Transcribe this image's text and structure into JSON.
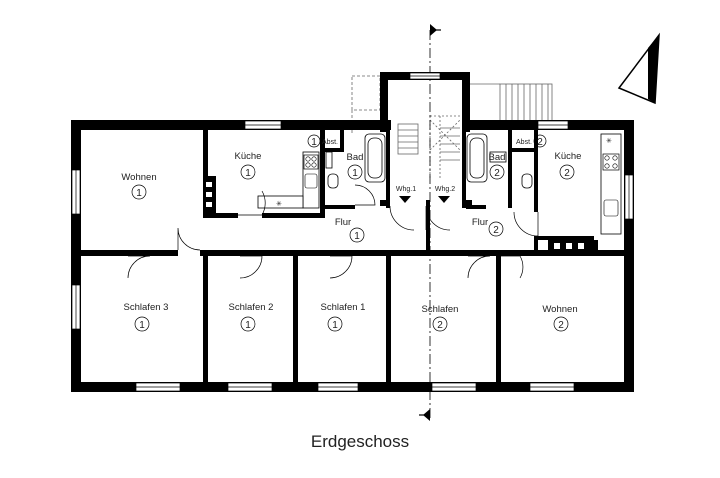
{
  "title": "Erdgeschoss",
  "rooms": {
    "wohnen1": {
      "name": "Wohnen",
      "unit": "1"
    },
    "kueche1": {
      "name": "Küche",
      "unit": "1"
    },
    "abst1": {
      "name": "Abst.",
      "unit": "1"
    },
    "bad1": {
      "name": "Bad",
      "unit": "1"
    },
    "flur1": {
      "name": "Flur",
      "unit": "1"
    },
    "schlafen3": {
      "name": "Schlafen 3",
      "unit": "1"
    },
    "schlafen2": {
      "name": "Schlafen 2",
      "unit": "1"
    },
    "schlafen1": {
      "name": "Schlafen 1",
      "unit": "1"
    },
    "schlafen": {
      "name": "Schlafen",
      "unit": "2"
    },
    "wohnen2": {
      "name": "Wohnen",
      "unit": "2"
    },
    "kueche2": {
      "name": "Küche",
      "unit": "2"
    },
    "abst2": {
      "name": "Abst.",
      "unit": "2"
    },
    "bad2": {
      "name": "Bad",
      "unit": "2"
    },
    "flur2": {
      "name": "Flur",
      "unit": "2"
    }
  },
  "entrances": {
    "whg1": "Whg.1",
    "whg2": "Whg.2"
  },
  "icons": [
    "north-arrow-icon",
    "section-arrow-icon"
  ]
}
